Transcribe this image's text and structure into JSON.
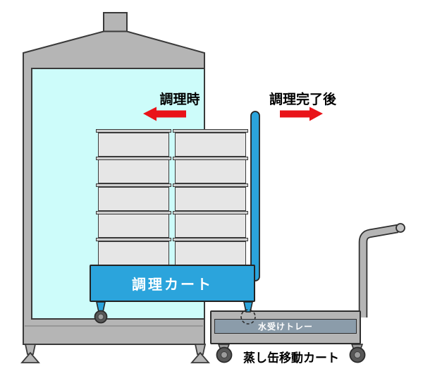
{
  "diagram": {
    "labels": {
      "during_cooking": "調理時",
      "after_cooking": "調理完了後",
      "cooking_cart": "調理カート",
      "water_tray": "水受けトレー",
      "transport_cart": "蒸し缶移動カート"
    },
    "structure": {
      "tray_columns": 2,
      "trays_per_column": 5
    },
    "colors": {
      "cabinet_gray": "#b5b5b5",
      "interior_cyan": "#cdfcfa",
      "tray_gray": "#e6e6e6",
      "tray_rim_gray": "#cfcfcf",
      "cart_blue": "#2ba4dc",
      "water_tray_band": "#8b9caa",
      "arrow_red": "#e91319",
      "outline_dark": "#3a3a3a",
      "wheel_dark": "#585858",
      "wheel_hub": "#9c9c9c"
    }
  }
}
